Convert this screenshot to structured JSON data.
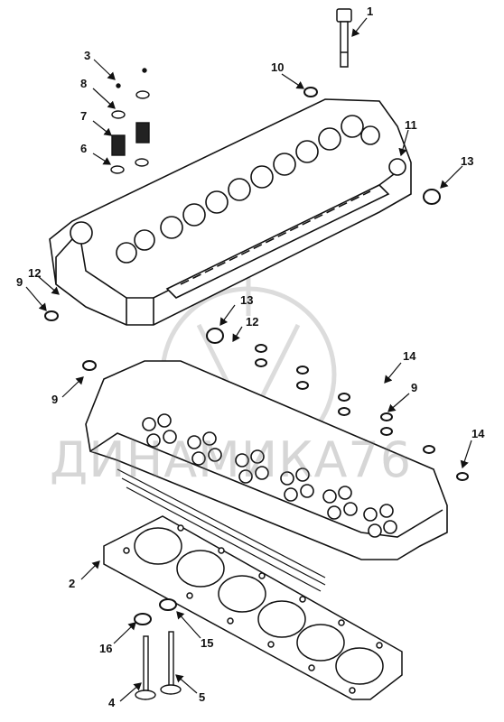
{
  "diagram": {
    "watermark": "ДИНАМИКА76",
    "callouts": [
      "1",
      "2",
      "3",
      "4",
      "5",
      "6",
      "7",
      "8",
      "9",
      "10",
      "11",
      "12",
      "13",
      "14",
      "15",
      "16"
    ]
  }
}
